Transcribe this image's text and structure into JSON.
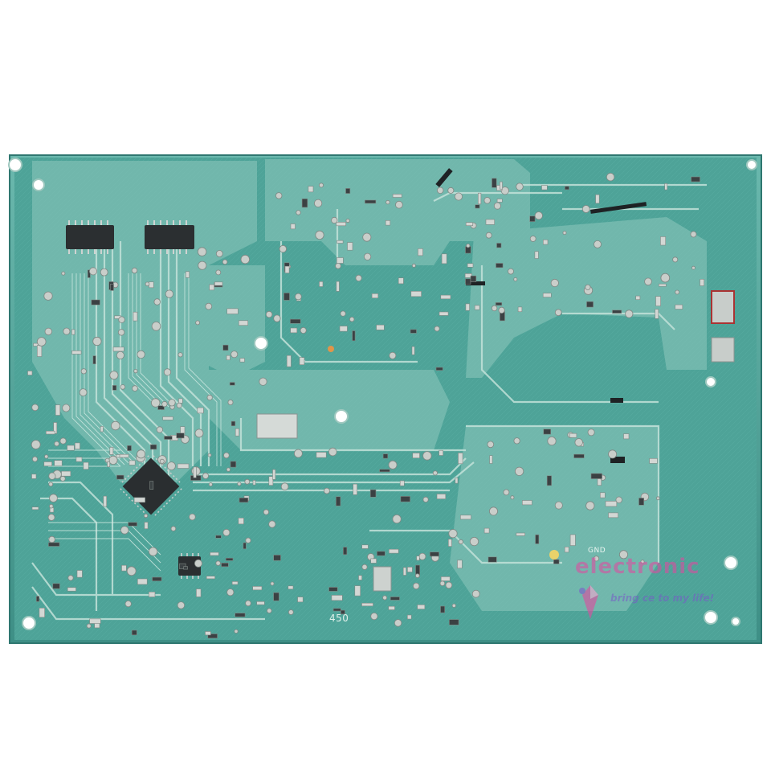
{
  "image": {
    "subject": "pcb-solder-side",
    "background_color": "#ffffff",
    "board_color": "#4fa59a",
    "trace_color": "#b9d9cf",
    "solder_color": "#c7ccc9",
    "ic_color": "#2b2f31"
  },
  "silkscreen": {
    "gnd_label": "GND",
    "voltage_label": "450"
  },
  "watermark": {
    "word": "electronic",
    "tagline": "bring ce to my life!",
    "primary_color": "#e24aa0",
    "secondary_color": "#7a5ccc",
    "logo": "diamond-mark-icon"
  }
}
